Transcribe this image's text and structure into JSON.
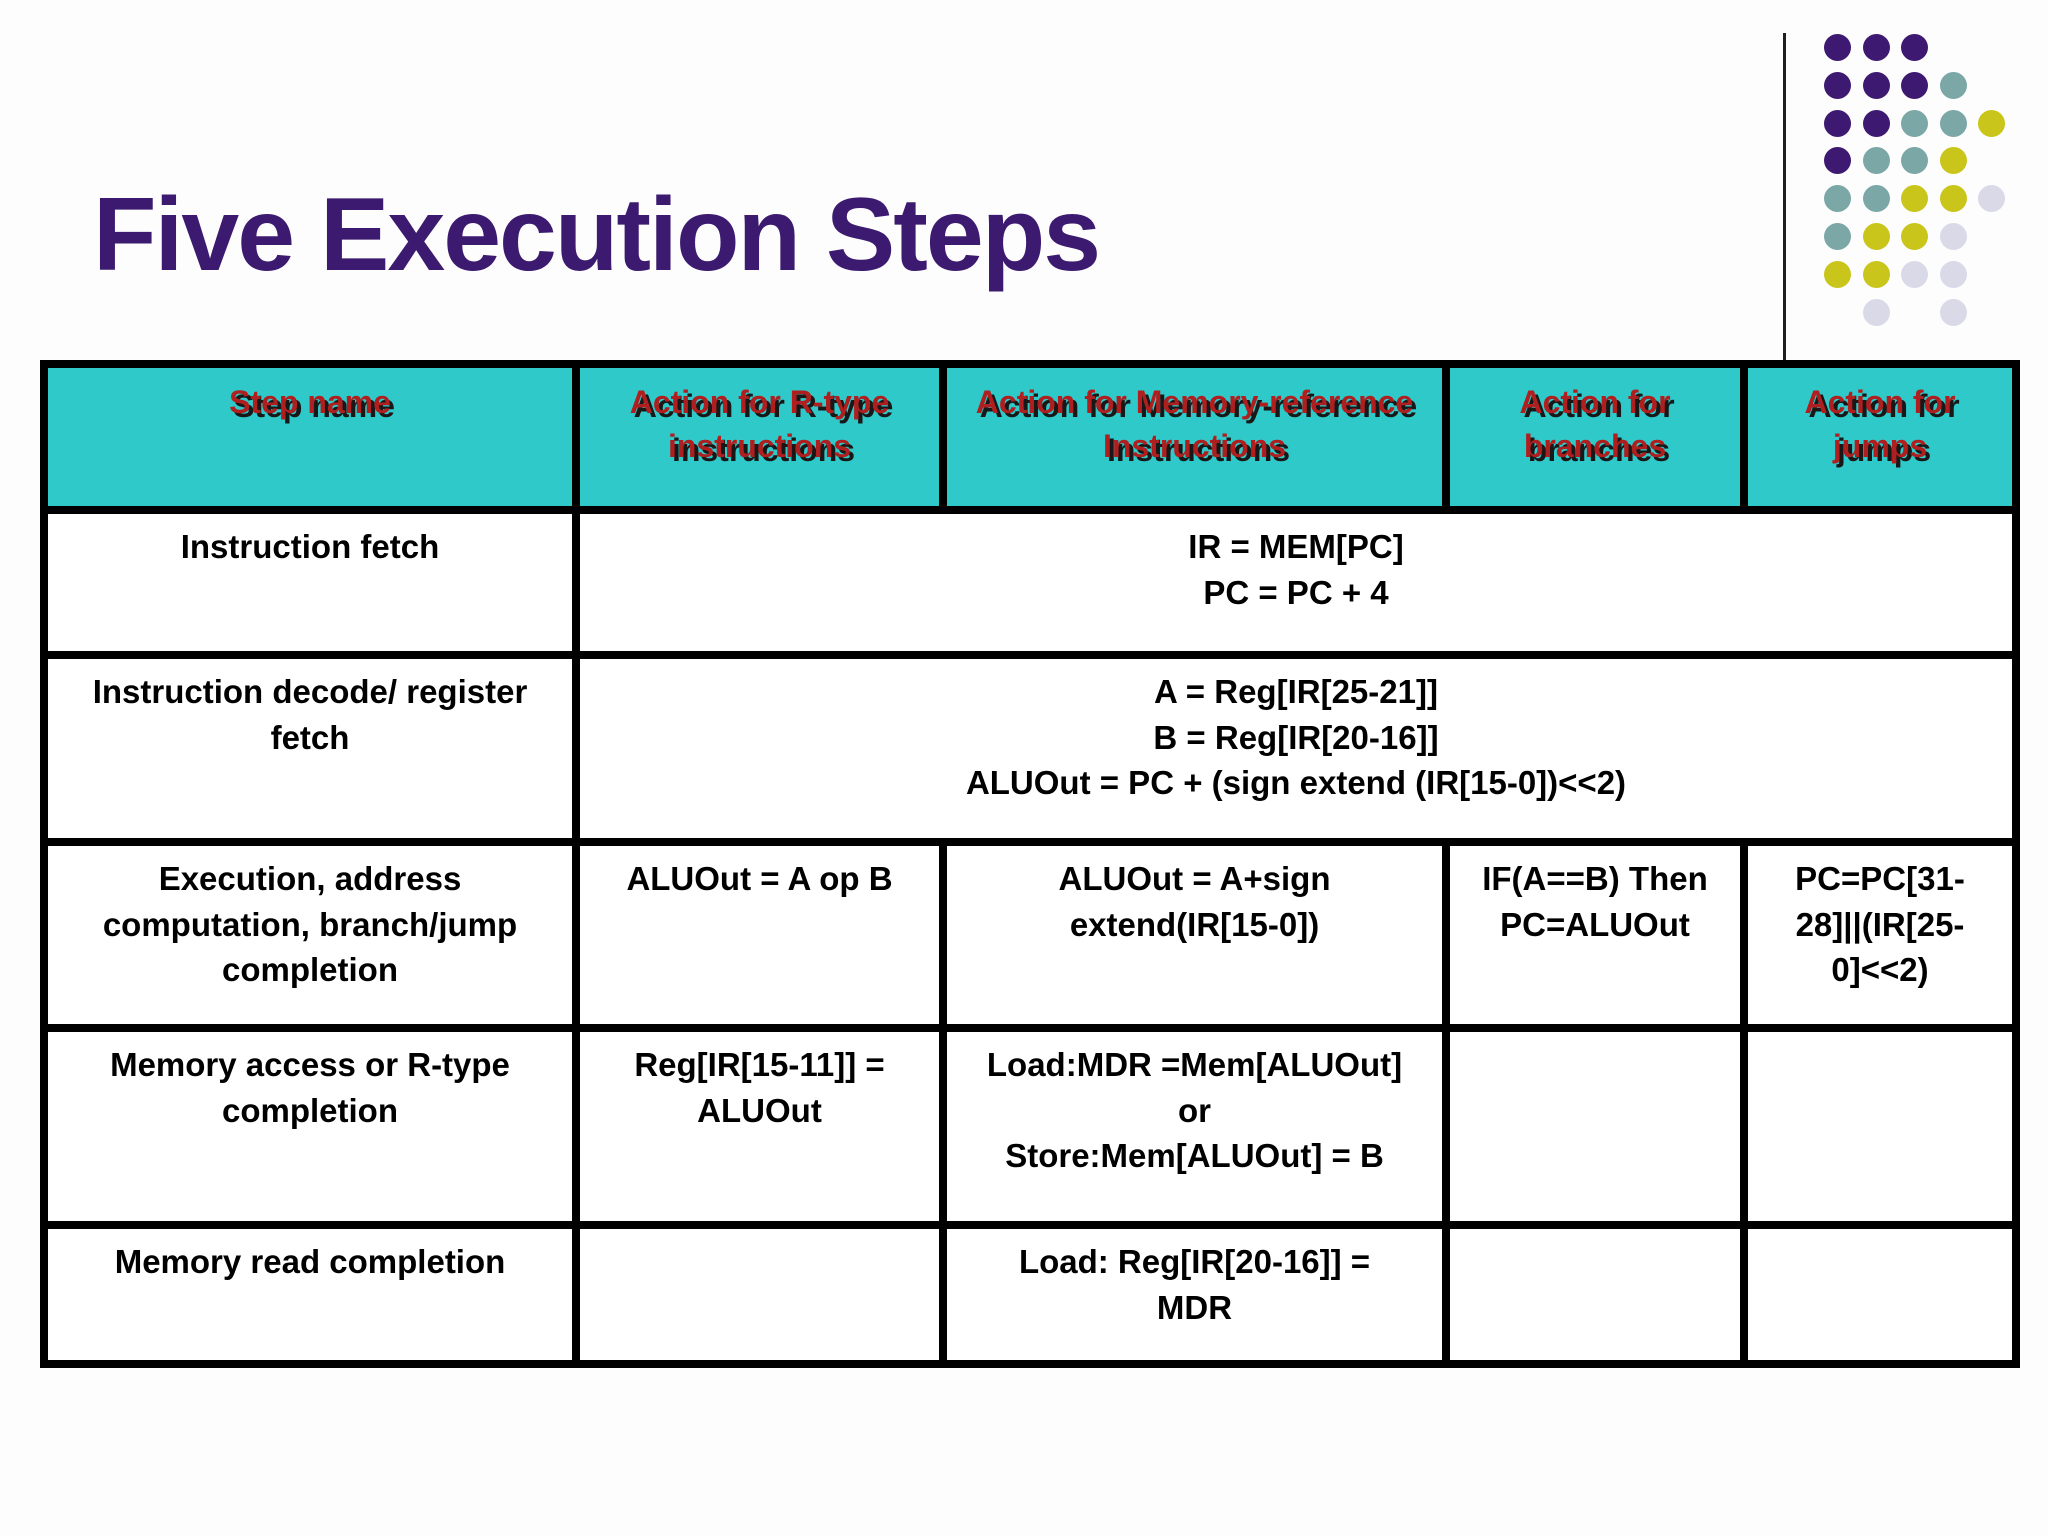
{
  "slide": {
    "title": "Five Execution Steps"
  },
  "table": {
    "headers": [
      "Step name",
      "Action for R-type instructions",
      "Action for Memory-reference Instructions",
      "Action for branches",
      "Action for jumps"
    ],
    "rows": [
      {
        "step": {
          "lines": [
            "Instruction fetch"
          ]
        },
        "span": {
          "lines": [
            "IR = MEM[PC]",
            "PC = PC + 4"
          ]
        }
      },
      {
        "step": {
          "lines": [
            "Instruction decode/ register fetch"
          ]
        },
        "span": {
          "lines": [
            "A = Reg[IR[25-21]]",
            "B = Reg[IR[20-16]]",
            "ALUOut =  PC + (sign extend (IR[15-0])<<2)"
          ]
        }
      },
      {
        "step": {
          "lines": [
            "Execution, address computation, branch/jump completion"
          ]
        },
        "rtype": {
          "lines": [
            "ALUOut = A op B"
          ]
        },
        "memref": {
          "lines": [
            "ALUOut = A+sign extend(IR[15-0])"
          ]
        },
        "branch": {
          "lines": [
            "IF(A==B) Then PC=ALUOut"
          ]
        },
        "jump": {
          "lines": [
            "PC=PC[31-",
            "28]||(IR[25-",
            "0]<<2)"
          ]
        }
      },
      {
        "step": {
          "lines": [
            "Memory access or R-type completion"
          ]
        },
        "rtype": {
          "lines": [
            "Reg[IR[15-11]] = ALUOut"
          ]
        },
        "memref": {
          "lines": [
            "Load:MDR =Mem[ALUOut]",
            "or",
            "Store:Mem[ALUOut] = B"
          ]
        },
        "branch": {
          "lines": [
            ""
          ]
        },
        "jump": {
          "lines": [
            ""
          ]
        }
      },
      {
        "step": {
          "lines": [
            "Memory read completion"
          ]
        },
        "rtype": {
          "lines": [
            ""
          ]
        },
        "memref": {
          "lines": [
            "Load: Reg[IR[20-16]] =",
            "MDR"
          ]
        },
        "branch": {
          "lines": [
            ""
          ]
        },
        "jump": {
          "lines": [
            ""
          ]
        }
      }
    ]
  },
  "colors": {
    "title": "#3b1a70",
    "header_background": "#2fc9c9",
    "header_text": "#b01f1f",
    "border": "#000000",
    "body_text": "#000000"
  },
  "decoration": {
    "dot_palette": {
      "P": "#3d1971",
      "T": "#7ba7a6",
      "Y": "#c9c51b",
      "L": "#d9d9e8"
    },
    "dot_grid": [
      "PPP..",
      "PPPT.",
      "PPTTY",
      "PTTY.",
      "TTYYL",
      "TYYL.",
      "YYLL.",
      ".L.L."
    ]
  }
}
